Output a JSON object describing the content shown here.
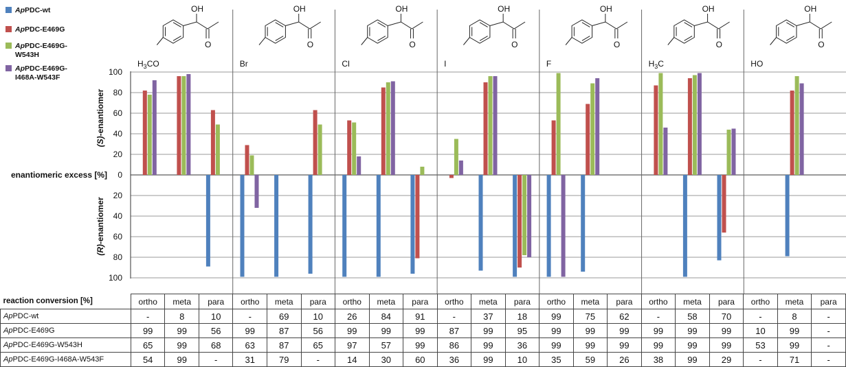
{
  "legend": [
    {
      "it": "Ap",
      "rest": "PDC-wt",
      "rest2": "",
      "color": "#4f81bd"
    },
    {
      "it": "Ap",
      "rest": "PDC-E469G",
      "rest2": "",
      "color": "#c0504d"
    },
    {
      "it": "Ap",
      "rest": "PDC-E469G-",
      "rest2": "W543H",
      "color": "#9bbb59"
    },
    {
      "it": "Ap",
      "rest": "PDC-E469G-",
      "rest2": "I468A-W543F",
      "color": "#8064a2"
    }
  ],
  "axis": {
    "y_center_label": "enantiomeric excess [%]",
    "s_label_it": "(S)",
    "s_label_rest": "-enantiomer",
    "r_label_it": "(R)",
    "r_label_rest": "-enantiomer",
    "ticks_up": [
      "100",
      "80",
      "60",
      "40",
      "20"
    ],
    "tick_zero": "0",
    "ticks_down": [
      "20",
      "40",
      "60",
      "80",
      "100"
    ]
  },
  "substituents": [
    "H3CO",
    "Br",
    "Cl",
    "I",
    "F",
    "H3C",
    "HO"
  ],
  "structure_labels": {
    "oh": "OH",
    "o": "O"
  },
  "chart_data": {
    "type": "bar",
    "ylabel": "enantiomeric excess [%]",
    "ylim": [
      -100,
      100
    ],
    "grid": true,
    "legend_position": "top-left",
    "groups": [
      "H3CO",
      "Br",
      "Cl",
      "I",
      "F",
      "H3C",
      "HO"
    ],
    "positions": [
      "ortho",
      "meta",
      "para"
    ],
    "series": [
      {
        "name": "ApPDC-wt",
        "color": "#4f81bd",
        "values": [
          [
            null,
            null,
            -89
          ],
          [
            -99,
            -99,
            -96
          ],
          [
            -99,
            -99,
            -96
          ],
          [
            null,
            -93,
            -99
          ],
          [
            -99,
            -94,
            null
          ],
          [
            null,
            -99,
            -83
          ],
          [
            null,
            -79,
            null
          ]
        ]
      },
      {
        "name": "ApPDC-E469G",
        "color": "#c0504d",
        "values": [
          [
            82,
            96,
            63
          ],
          [
            29,
            null,
            63
          ],
          [
            53,
            85,
            -81
          ],
          [
            -3,
            90,
            -90
          ],
          [
            53,
            69,
            null
          ],
          [
            87,
            94,
            -56
          ],
          [
            null,
            82,
            null
          ]
        ]
      },
      {
        "name": "ApPDC-E469G-W543H",
        "color": "#9bbb59",
        "values": [
          [
            78,
            96,
            49
          ],
          [
            19,
            null,
            49
          ],
          [
            51,
            90,
            8
          ],
          [
            35,
            96,
            -78
          ],
          [
            99,
            89,
            null
          ],
          [
            99,
            97,
            44
          ],
          [
            null,
            96,
            null
          ]
        ]
      },
      {
        "name": "ApPDC-E469G-I468A-W543F",
        "color": "#8064a2",
        "values": [
          [
            92,
            98,
            null
          ],
          [
            -32,
            null,
            null
          ],
          [
            18,
            91,
            null
          ],
          [
            14,
            96,
            -80
          ],
          [
            -99,
            94,
            null
          ],
          [
            46,
            99,
            45
          ],
          [
            null,
            89,
            null
          ]
        ]
      }
    ]
  },
  "table": {
    "header_label": "reaction conversion [%]",
    "columns": [
      "ortho",
      "meta",
      "para",
      "ortho",
      "meta",
      "para",
      "ortho",
      "meta",
      "para",
      "ortho",
      "meta",
      "para",
      "ortho",
      "meta",
      "para",
      "ortho",
      "meta",
      "para",
      "ortho",
      "meta",
      "para"
    ],
    "rows": [
      {
        "it": "Ap",
        "rest": "PDC-wt",
        "values": [
          "-",
          "8",
          "10",
          "-",
          "69",
          "10",
          "26",
          "84",
          "91",
          "-",
          "37",
          "18",
          "99",
          "75",
          "62",
          "-",
          "58",
          "70",
          "-",
          "8",
          "-"
        ]
      },
      {
        "it": "Ap",
        "rest": "PDC-E469G",
        "values": [
          "99",
          "99",
          "56",
          "99",
          "87",
          "56",
          "99",
          "99",
          "99",
          "87",
          "99",
          "95",
          "99",
          "99",
          "99",
          "99",
          "99",
          "99",
          "10",
          "99",
          "-"
        ]
      },
      {
        "it": "Ap",
        "rest": "PDC-E469G-W543H",
        "values": [
          "65",
          "99",
          "68",
          "63",
          "87",
          "65",
          "97",
          "57",
          "99",
          "86",
          "99",
          "36",
          "99",
          "99",
          "99",
          "99",
          "99",
          "99",
          "53",
          "99",
          "-"
        ]
      },
      {
        "it": "Ap",
        "rest": "PDC-E469G-I468A-W543F",
        "values": [
          "54",
          "99",
          "-",
          "31",
          "79",
          "-",
          "14",
          "30",
          "60",
          "36",
          "99",
          "10",
          "35",
          "59",
          "26",
          "38",
          "99",
          "29",
          "-",
          "71",
          "-"
        ]
      }
    ]
  }
}
